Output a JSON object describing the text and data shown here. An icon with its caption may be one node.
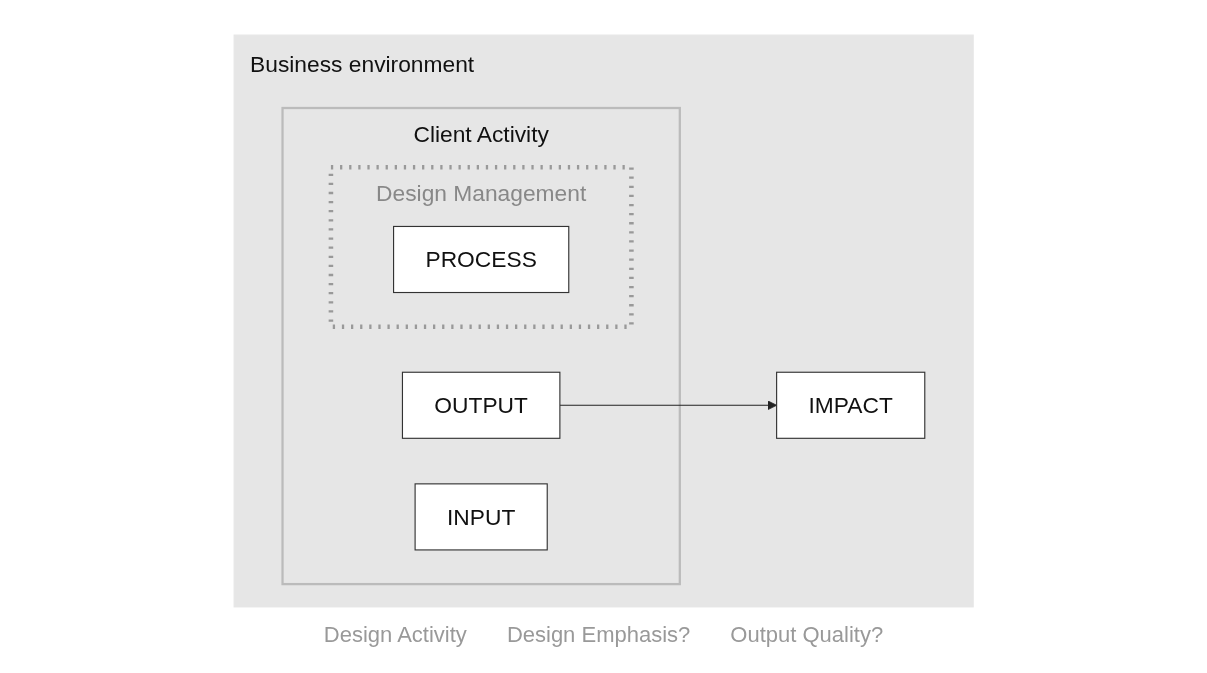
{
  "diagram": {
    "nodes": [
      {
        "text": [
          "Business environment"
        ]
      },
      {
        "text": [
          "Client Activity"
        ],
        "in": 0
      },
      {
        "text": [
          "Design Management"
        ],
        "in": 1
      },
      {
        "text": [
          "INPUT"
        ],
        "in": 1
      },
      {
        "text": [
          "PROCESS"
        ],
        "in": 2
      },
      {
        "text": [
          "OUTPUT"
        ],
        "in": 1
      },
      {
        "text": [
          "IMPACT"
        ],
        "in": 0
      }
    ],
    "edges": [
      {
        "from": 5,
        "to": 6,
        "arrow": "to"
      }
    ],
    "labels": [
      "Design Activity",
      "Design Emphasis?",
      "Output Quality?"
    ]
  }
}
